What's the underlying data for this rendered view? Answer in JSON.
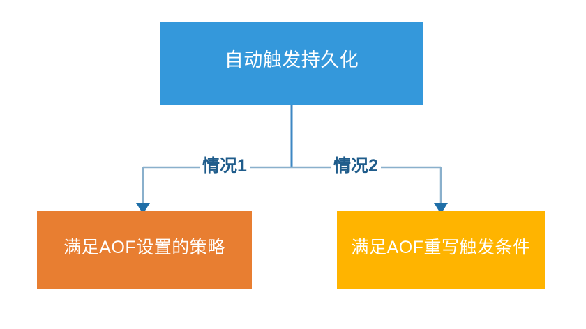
{
  "diagram": {
    "title_node": {
      "id": "root",
      "label": "自动触发持久化",
      "fill": "#3498db",
      "text_color": "#ffffff"
    },
    "branches": [
      {
        "id": "case-1",
        "edge_label": "情况1",
        "edge_label_color": "#1f5c8b",
        "target": {
          "id": "left-leaf",
          "label": "满足AOF设置的策略",
          "fill": "#e87e31",
          "text_color": "#ffffff"
        }
      },
      {
        "id": "case-2",
        "edge_label": "情况2",
        "edge_label_color": "#1f5c8b",
        "target": {
          "id": "right-leaf",
          "label": "满足AOF重写触发条件",
          "fill": "#ffb400",
          "text_color": "#ffffff"
        }
      }
    ],
    "connectors": {
      "stem_color": "#3d87c3",
      "bus_color": "#8ab0cc",
      "arrow_color": "#1f6fa8"
    }
  }
}
